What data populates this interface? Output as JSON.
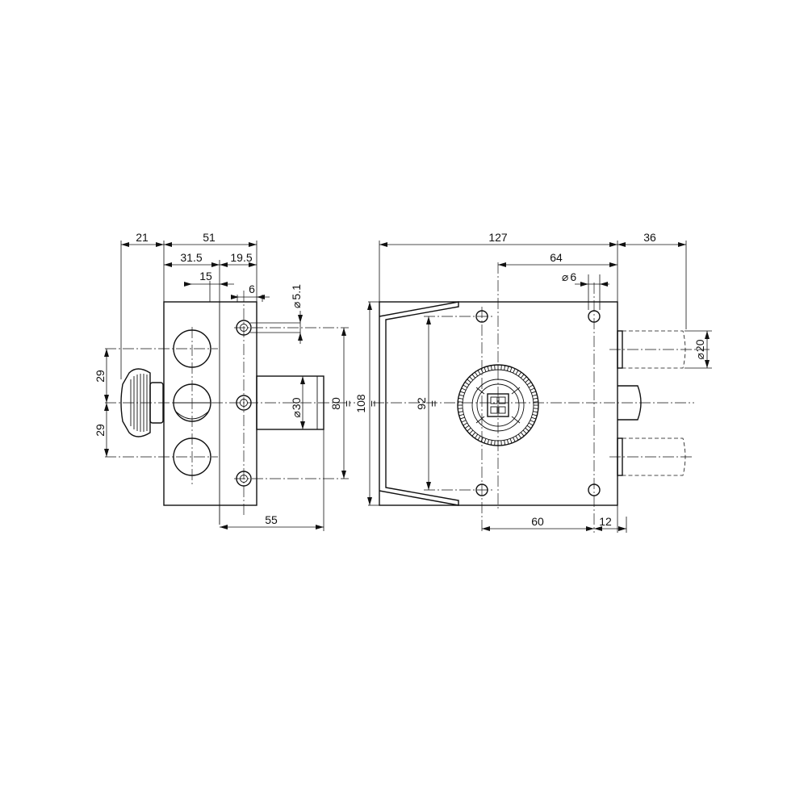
{
  "drawing": {
    "side_view": {
      "dimensions": {
        "knob_offset": "21",
        "body_depth": "51",
        "hole_offset": "31.5",
        "plate_offset": "19.5",
        "knob_center": "15",
        "plate_thickness": "6",
        "screw_hole": "5.1",
        "cylinder_diameter": "30",
        "pitch_upper": "29",
        "pitch_lower": "29",
        "plate_height": "80",
        "cylinder_length": "55"
      }
    },
    "front_view": {
      "dimensions": {
        "case_width": "127",
        "bolt_throw": "36",
        "hole_center_distance": "64",
        "fixing_hole": "6",
        "bolt_diameter": "20",
        "case_height": "108",
        "hole_vertical_pitch": "92",
        "bottom_hole_distance": "60",
        "edge_distance": "12"
      }
    },
    "symbols": {
      "diameter": "⌀",
      "symmetry": "="
    }
  }
}
